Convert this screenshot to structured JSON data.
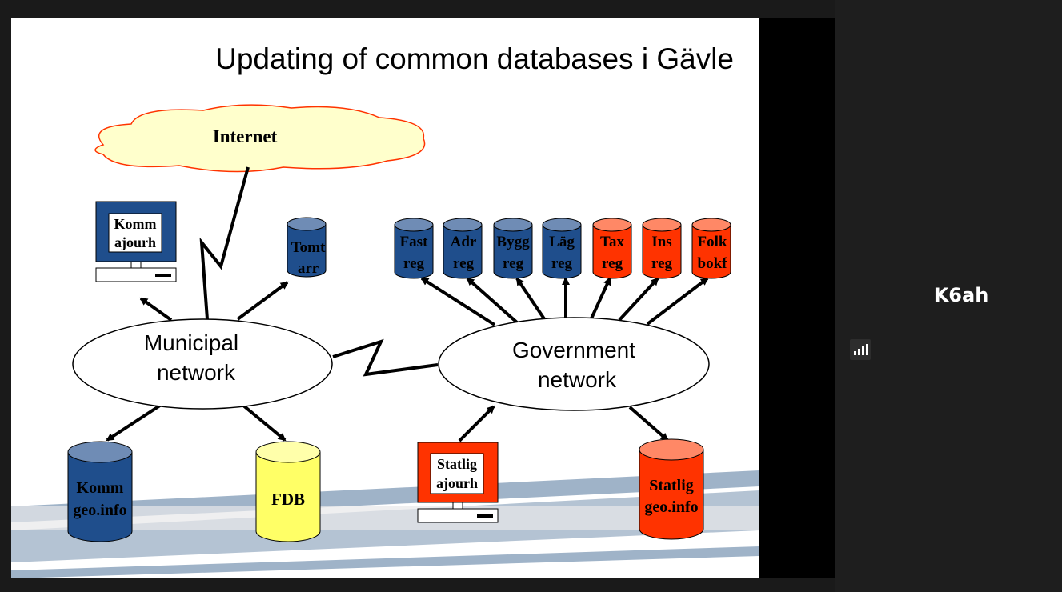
{
  "slide": {
    "title": "Updating of common databases i Gävle",
    "cloud_label": "Internet",
    "municipal_network": [
      "Municipal",
      "network"
    ],
    "government_network": [
      "Government",
      "network"
    ],
    "comm_terminal": [
      "Komm",
      "ajourh"
    ],
    "state_terminal": [
      "Statlig",
      "ajourh"
    ],
    "tomt_db": [
      "Tomt",
      "arr"
    ],
    "registers": [
      {
        "lines": [
          "Fast",
          "reg"
        ],
        "color": "#1f4e8c"
      },
      {
        "lines": [
          "Adr",
          "reg"
        ],
        "color": "#1f4e8c"
      },
      {
        "lines": [
          "Bygg",
          "reg"
        ],
        "color": "#1f4e8c"
      },
      {
        "lines": [
          "Läg",
          "reg"
        ],
        "color": "#1f4e8c"
      },
      {
        "lines": [
          "Tax",
          "reg"
        ],
        "color": "#ff3300"
      },
      {
        "lines": [
          "Ins",
          "reg"
        ],
        "color": "#ff3300"
      },
      {
        "lines": [
          "Folk",
          "bokf"
        ],
        "color": "#ff3300"
      }
    ],
    "komm_geo": [
      "Komm",
      "geo.info"
    ],
    "fdb": "FDB",
    "statlig_geo": [
      "Statlig",
      "geo.info"
    ],
    "colors": {
      "blue": "#1f4e8c",
      "red": "#ff3300",
      "yellow": "#ffff66",
      "cloud": "#ffffcc"
    }
  },
  "participant": {
    "name": "K6ah",
    "signal_icon": "signal-bars-icon"
  }
}
